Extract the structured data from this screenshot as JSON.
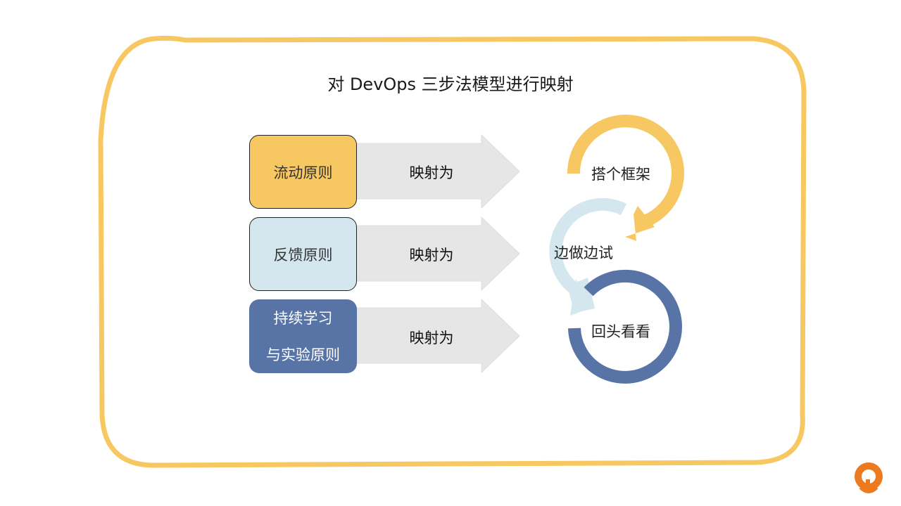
{
  "title": "对 DevOps 三步法模型进行映射",
  "principles": [
    {
      "label": "流动原则",
      "color": "#f7c862"
    },
    {
      "label": "反馈原则",
      "color": "#d4e6ee"
    },
    {
      "label_line1": "持续学习",
      "label_line2": "与实验原则",
      "color": "#5874a6"
    }
  ],
  "arrow_label": "映射为",
  "arrows": [
    "映射为",
    "映射为",
    "映射为"
  ],
  "cycle": [
    {
      "label": "搭个框架",
      "color": "#f7c862"
    },
    {
      "label": "边做边试",
      "color": "#d4e6ee"
    },
    {
      "label": "回头看看",
      "color": "#5874a6"
    }
  ],
  "colors": {
    "frame": "#f7c862",
    "arrow_fill": "#e6e6e6",
    "logo": "#ee7a1f"
  },
  "logo": "brand-logo-icon"
}
